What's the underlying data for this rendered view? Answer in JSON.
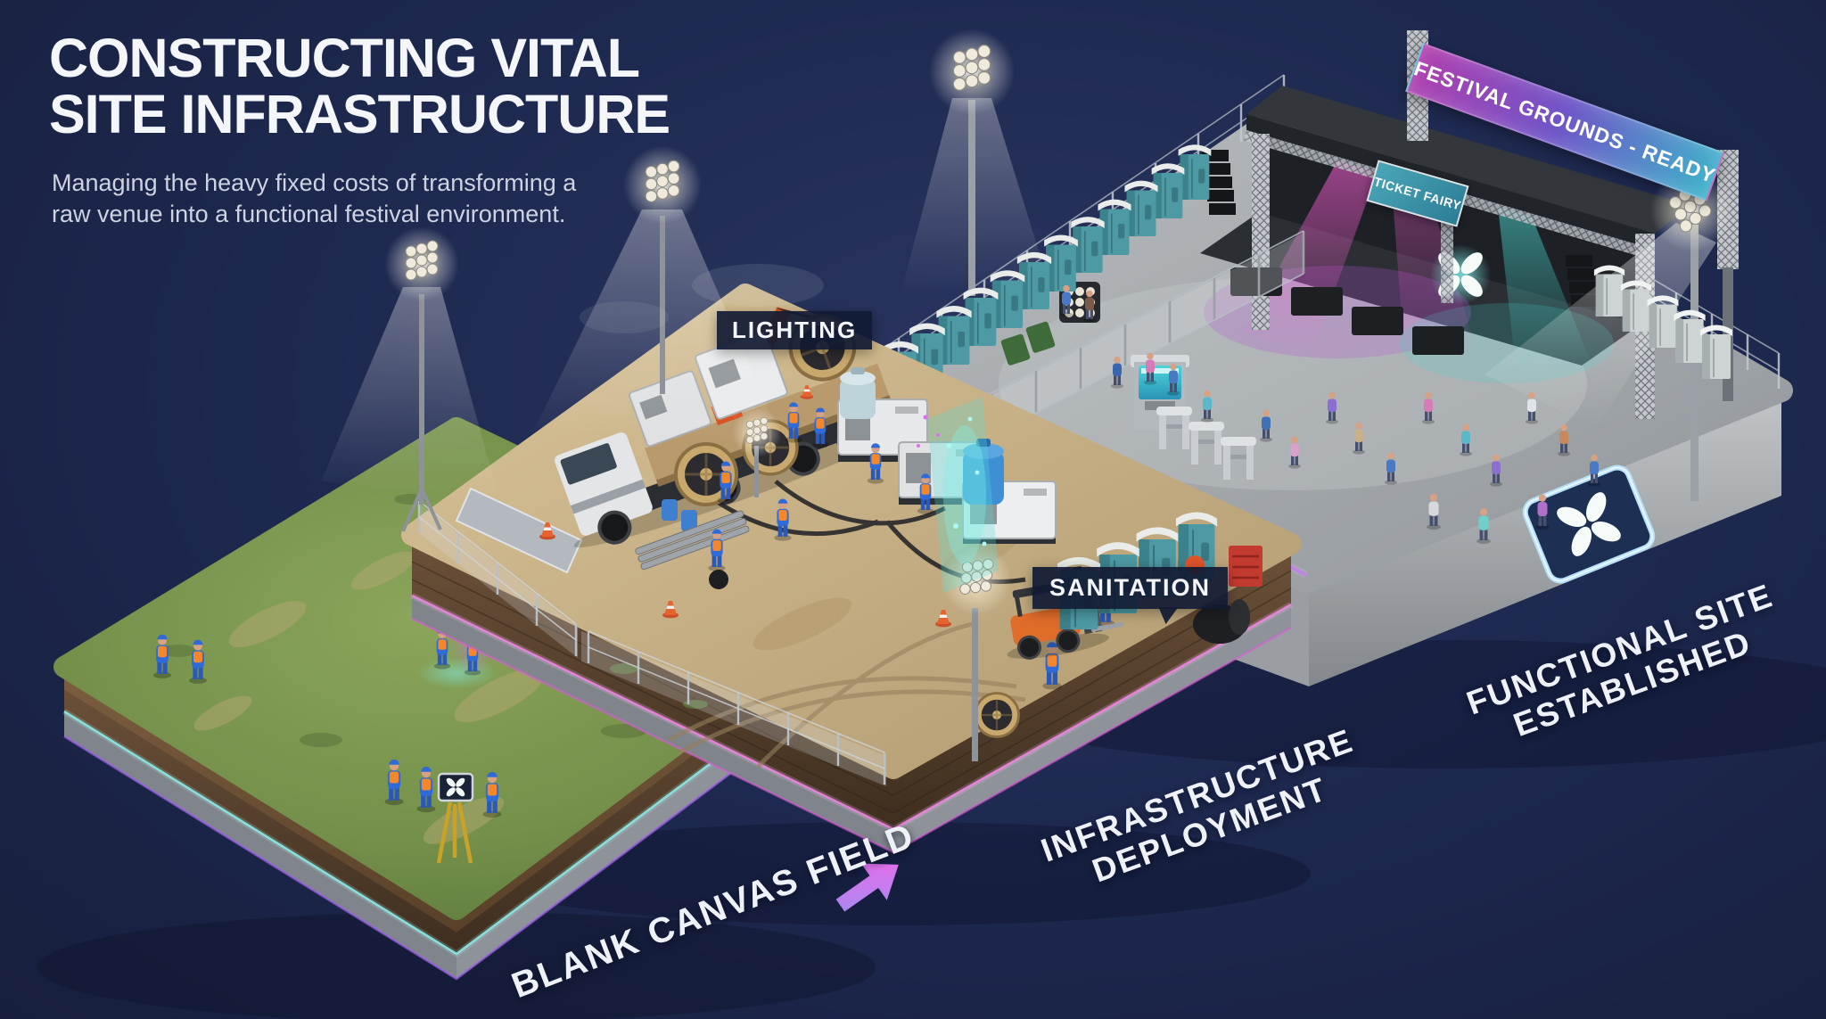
{
  "header": {
    "title_line1": "CONSTRUCTING VITAL",
    "title_line2": "SITE INFRASTRUCTURE",
    "subtitle_line1": "Managing the heavy fixed costs of transforming a",
    "subtitle_line2": "raw venue into a functional festival environment."
  },
  "callouts": {
    "lighting": "LIGHTING",
    "sanitation": "SANITATION"
  },
  "banner": {
    "text": "FESTIVAL GROUNDS - READY"
  },
  "stage_sign": {
    "text": "TICKET FAIRY"
  },
  "phases": [
    {
      "label": "BLANK CANVAS FIELD"
    },
    {
      "label_line1": "INFRASTRUCTURE",
      "label_line2": "DEPLOYMENT"
    },
    {
      "label_line1": "FUNCTIONAL SITE",
      "label_line2": "ESTABLISHED"
    }
  ],
  "colors": {
    "background_navy": "#1e2950",
    "accent_teal_neon": "#7df0ea",
    "accent_purple_neon": "#c26bf0",
    "accent_pink_neon": "#f573e8",
    "banner_left": "#b13fae",
    "banner_right": "#3fb3ca",
    "grass_green": "#74904a",
    "dirt_tan": "#c9b089",
    "concrete_gray": "#a7abaf",
    "toilet_teal": "#4d9aa4",
    "worker_blue": "#2f6bd8",
    "vest_orange": "#f2872b"
  }
}
